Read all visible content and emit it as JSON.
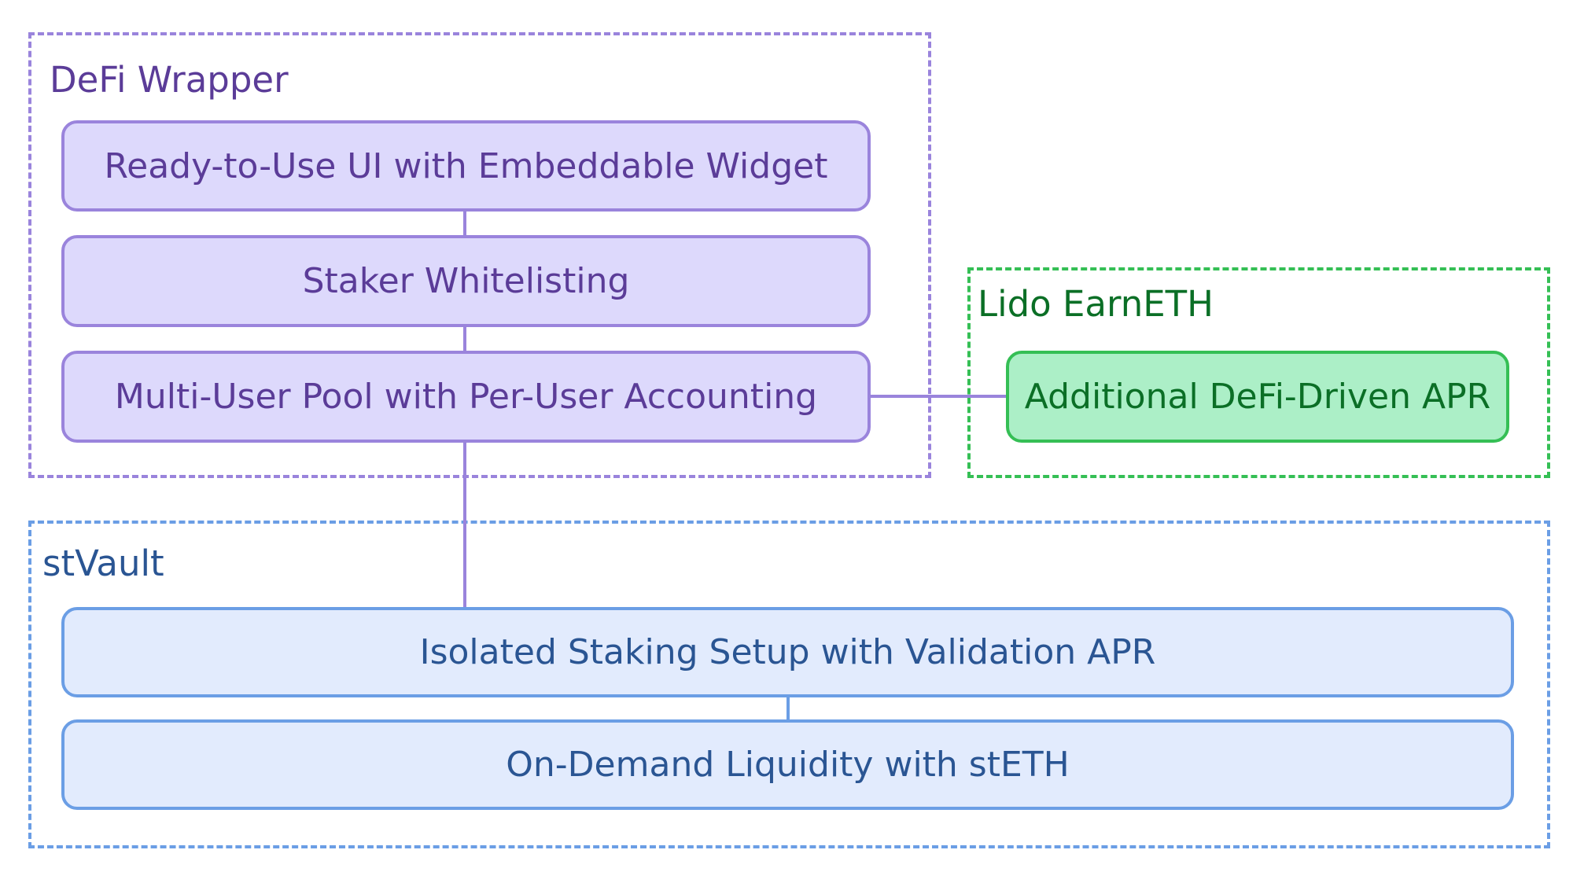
{
  "diagram": {
    "groups": {
      "defi_wrapper": {
        "label": "DeFi Wrapper"
      },
      "lido_earneth": {
        "label": "Lido EarnETH"
      },
      "stvault": {
        "label": "stVault"
      }
    },
    "nodes": {
      "ready_ui": "Ready-to-Use UI with Embeddable Widget",
      "staker_whitelisting": "Staker Whitelisting",
      "multi_user_pool": "Multi-User Pool with Per-User Accounting",
      "additional_apr": "Additional DeFi-Driven APR",
      "isolated_staking": "Isolated Staking Setup with Validation APR",
      "on_demand_liquidity": "On-Demand Liquidity with stETH"
    },
    "edges": [
      {
        "from": "ready_ui",
        "to": "staker_whitelisting"
      },
      {
        "from": "staker_whitelisting",
        "to": "multi_user_pool"
      },
      {
        "from": "multi_user_pool",
        "to": "additional_apr"
      },
      {
        "from": "multi_user_pool",
        "to": "isolated_staking"
      },
      {
        "from": "isolated_staking",
        "to": "on_demand_liquidity"
      }
    ],
    "colors": {
      "purple_border": "#9a84dc",
      "purple_fill": "#ddd9fc",
      "purple_text": "#5b3c98",
      "purple_frame": "#9a84dc",
      "green_border": "#35bf55",
      "green_fill": "#acefc7",
      "green_text": "#0b6f26",
      "green_frame": "#35bf55",
      "blue_border": "#6b9ee5",
      "blue_fill": "#e2ebfd",
      "blue_text": "#2a5593",
      "blue_frame": "#6b9ee5"
    }
  }
}
